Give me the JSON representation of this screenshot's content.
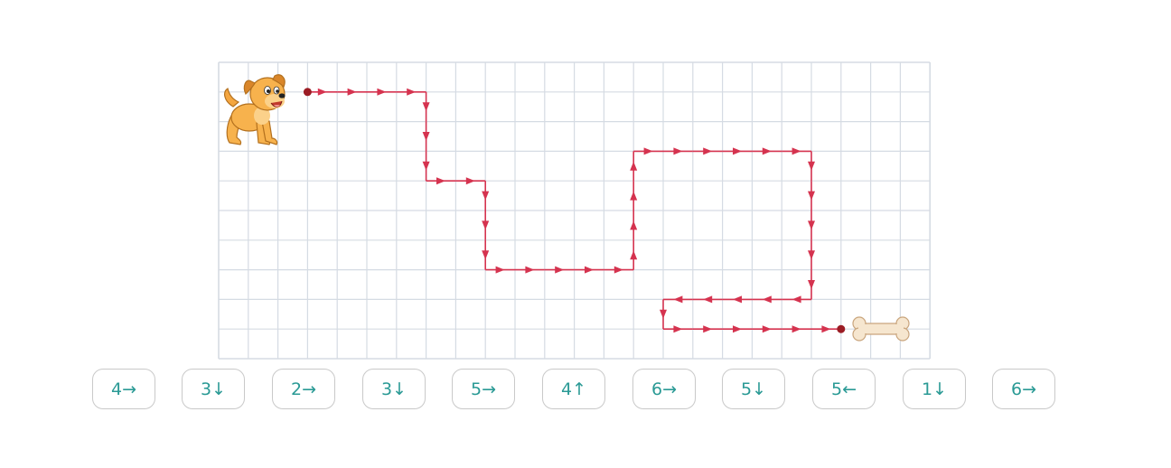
{
  "colors": {
    "grid_line": "#d5dbe3",
    "path": "#d5334f",
    "start_dot": "#9b1c24",
    "button_text": "#2a9a95",
    "button_border": "#c9c9c9"
  },
  "grid": {
    "cols": 24,
    "rows": 10
  },
  "path": {
    "start": [
      3,
      1
    ],
    "moves": [
      {
        "dir": "right",
        "steps": 4
      },
      {
        "dir": "down",
        "steps": 3
      },
      {
        "dir": "right",
        "steps": 2
      },
      {
        "dir": "down",
        "steps": 3
      },
      {
        "dir": "right",
        "steps": 5
      },
      {
        "dir": "up",
        "steps": 4
      },
      {
        "dir": "right",
        "steps": 6
      },
      {
        "dir": "down",
        "steps": 5
      },
      {
        "dir": "left",
        "steps": 5
      },
      {
        "dir": "down",
        "steps": 1
      },
      {
        "dir": "right",
        "steps": 6
      }
    ]
  },
  "icons": {
    "start": "dog-icon",
    "goal": "bone-icon"
  },
  "commands": [
    {
      "label": "4→"
    },
    {
      "label": "3↓"
    },
    {
      "label": "2→"
    },
    {
      "label": "3↓"
    },
    {
      "label": "5→"
    },
    {
      "label": "4↑"
    },
    {
      "label": "6→"
    },
    {
      "label": "5↓"
    },
    {
      "label": "5←"
    },
    {
      "label": "1↓"
    },
    {
      "label": "6→"
    }
  ]
}
